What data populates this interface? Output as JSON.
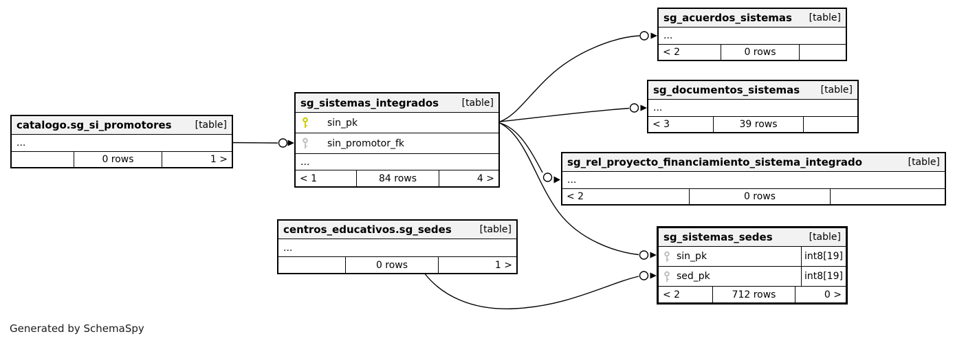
{
  "credit": "Generated by SchemaSpy",
  "colors": {
    "primary_key_icon": "#cccc00",
    "foreign_key_icon": "#c0c0c0",
    "header_bg": "#f2f2f2",
    "border": "#000000"
  },
  "tables": [
    {
      "name": "catalogo.sg_si_promotores",
      "badge": "[table]",
      "ellipsis": "...",
      "footer": {
        "left": "",
        "center": "0 rows",
        "right": "1 >"
      }
    },
    {
      "name": "sg_sistemas_integrados",
      "badge": "[table]",
      "columns": [
        {
          "name": "sin_pk",
          "key": "primary"
        },
        {
          "name": "sin_promotor_fk",
          "key": "foreign"
        }
      ],
      "ellipsis": "...",
      "footer": {
        "left": "< 1",
        "center": "84 rows",
        "right": "4 >"
      }
    },
    {
      "name": "sg_acuerdos_sistemas",
      "badge": "[table]",
      "ellipsis": "...",
      "footer": {
        "left": "< 2",
        "center": "0 rows",
        "right": ""
      }
    },
    {
      "name": "sg_documentos_sistemas",
      "badge": "[table]",
      "ellipsis": "...",
      "footer": {
        "left": "< 3",
        "center": "39 rows",
        "right": ""
      }
    },
    {
      "name": "sg_rel_proyecto_financiamiento_sistema_integrado",
      "badge": "[table]",
      "ellipsis": "...",
      "footer": {
        "left": "< 2",
        "center": "0 rows",
        "right": ""
      }
    },
    {
      "name": "sg_sistemas_sedes",
      "badge": "[table]",
      "columns": [
        {
          "name": "sin_pk",
          "type": "int8[19]",
          "key": "foreign"
        },
        {
          "name": "sed_pk",
          "type": "int8[19]",
          "key": "foreign"
        }
      ],
      "footer": {
        "left": "< 2",
        "center": "712 rows",
        "right": "0 >"
      }
    },
    {
      "name": "centros_educativos.sg_sedes",
      "badge": "[table]",
      "ellipsis": "...",
      "footer": {
        "left": "",
        "center": "0 rows",
        "right": "1 >"
      }
    }
  ]
}
